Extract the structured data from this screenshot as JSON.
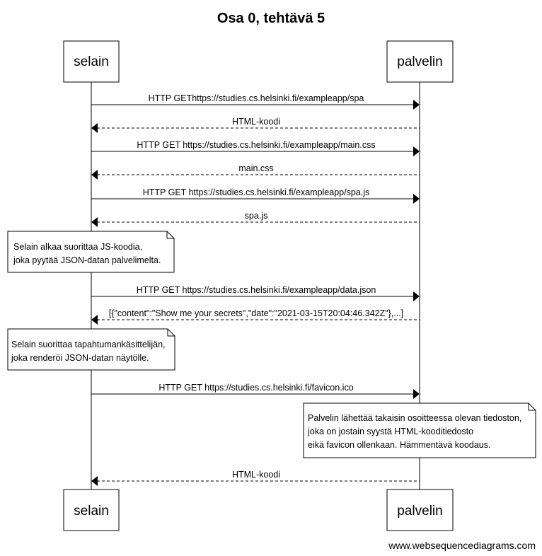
{
  "title": "Osa 0, tehtävä 5",
  "actors": {
    "left": "selain",
    "right": "palvelin"
  },
  "messages": [
    {
      "label": "HTTP GEThttps://studies.cs.helsinki.fi/exampleapp/spa",
      "dir": "right",
      "style": "solid"
    },
    {
      "label": "HTML-koodi",
      "dir": "left",
      "style": "dashed"
    },
    {
      "label": "HTTP GET https://studies.cs.helsinki.fi/exampleapp/main.css",
      "dir": "right",
      "style": "solid"
    },
    {
      "label": "main.css",
      "dir": "left",
      "style": "dashed"
    },
    {
      "label": "HTTP GET https://studies.cs.helsinki.fi/exampleapp/spa.js",
      "dir": "right",
      "style": "solid"
    },
    {
      "label": "spa.js",
      "dir": "left",
      "style": "dashed"
    },
    {
      "label": "HTTP GET https://studies.cs.helsinki.fi/exampleapp/data.json",
      "dir": "right",
      "style": "solid"
    },
    {
      "label": "[{\"content\":\"Show me your secrets\",\"date\":\"2021-03-15T20:04:46.342Z\"},...]",
      "dir": "left",
      "style": "dashed"
    },
    {
      "label": "HTTP GET https://studies.cs.helsinki.fi/favicon.ico",
      "dir": "right",
      "style": "solid"
    },
    {
      "label": "HTML-koodi",
      "dir": "left",
      "style": "dashed"
    }
  ],
  "notes": [
    {
      "lines": [
        "Selain alkaa suorittaa JS-koodia,",
        "joka pyytää JSON-datan palvelimelta."
      ]
    },
    {
      "lines": [
        "Selain suorittaa tapahtumankäsittelijän,",
        "joka renderöi JSON-datan näytölle."
      ]
    },
    {
      "lines": [
        "Palvelin lähettää takaisin osoitteessa olevan tiedoston,",
        "joka on jostain syystä HTML-kooditiedosto",
        "eikä favicon ollenkaan. Hämmentävä koodaus."
      ]
    }
  ],
  "footer": "www.websequencediagrams.com"
}
